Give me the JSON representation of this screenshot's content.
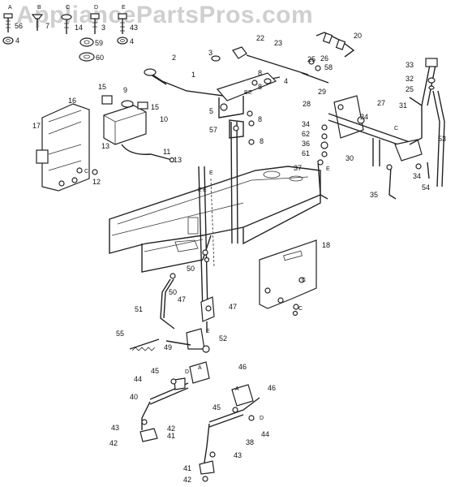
{
  "watermark": "AppliancePartsPros.com",
  "hardware_legend": [
    {
      "letter": "A",
      "number": "56"
    },
    {
      "letter": "B",
      "number": "7"
    },
    {
      "letter": "C",
      "number": "14"
    },
    {
      "letter": "D",
      "number": "3"
    },
    {
      "letter": "E",
      "number": "43"
    }
  ],
  "hardware_extra": [
    "4",
    "59",
    "60",
    "4"
  ],
  "callouts": {
    "c1": "1",
    "c2": "2",
    "c3": "3",
    "c4": "4",
    "c5": "5",
    "c8a": "8",
    "c8b": "8",
    "c8c": "8",
    "c8d": "8",
    "c9": "9",
    "c10": "10",
    "c11": "11",
    "c12": "12",
    "c13a": "13",
    "c13b": "13",
    "c15a": "15",
    "c15b": "15",
    "c16": "16",
    "c17": "17",
    "c18": "18",
    "c20": "20",
    "c22": "22",
    "c23": "23",
    "c24": "24",
    "c25a": "25",
    "c25b": "25",
    "c26": "26",
    "c27": "27",
    "c28": "28",
    "c29": "29",
    "c30": "30",
    "c31": "31",
    "c32": "32",
    "c33": "33",
    "c34a": "34",
    "c34b": "34",
    "c35": "35",
    "c36": "36",
    "c37": "37",
    "c38": "38",
    "c40": "40",
    "c41a": "41",
    "c41b": "41",
    "c42a": "42",
    "c42b": "42",
    "c42c": "42",
    "c43a": "43",
    "c43b": "43",
    "c44a": "44",
    "c44b": "44",
    "c45a": "45",
    "c45b": "45",
    "c46a": "46",
    "c46b": "46",
    "c47a": "47",
    "c47b": "47",
    "c49": "49",
    "c50a": "50",
    "c50b": "50",
    "c51": "51",
    "c52": "52",
    "c53": "53",
    "c54": "54",
    "c55": "55",
    "c57": "57",
    "c58": "58",
    "c61": "61",
    "c62": "62"
  },
  "letter_marks": {
    "A1": "A",
    "A2": "A",
    "B1": "B",
    "C1": "C",
    "C2": "C",
    "C3": "C",
    "C4": "C",
    "D1": "D",
    "D2": "D",
    "E1": "E",
    "E2": "E",
    "E3": "E",
    "E4": "E",
    "E5": "E",
    "E6": "E"
  }
}
